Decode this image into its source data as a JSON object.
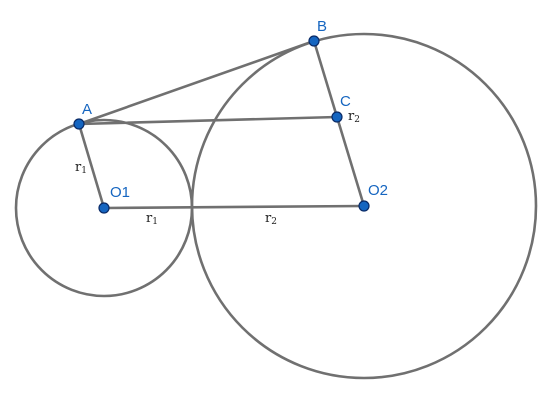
{
  "colors": {
    "point_fill": "#1565C0",
    "point_label": "#1565C0",
    "stroke": "#707070",
    "background": "#FFFFFF"
  },
  "points": {
    "A": "A",
    "B": "B",
    "C": "C",
    "O1": "O1",
    "O2": "O2"
  },
  "length_labels": {
    "r1_on_AO1": {
      "base": "r",
      "sub": "1"
    },
    "r1_on_O1O2": {
      "base": "r",
      "sub": "1"
    },
    "r2_on_O1O2": {
      "base": "r",
      "sub": "2"
    },
    "r2_on_BC": {
      "base": "r",
      "sub": "2"
    }
  }
}
